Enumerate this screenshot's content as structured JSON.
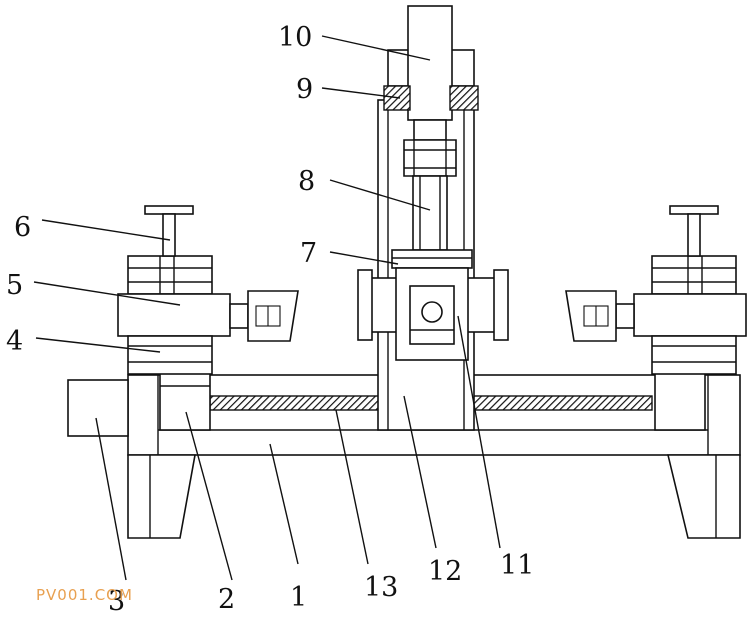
{
  "diagram": {
    "labels": {
      "l1": "1",
      "l2": "2",
      "l3": "3",
      "l4": "4",
      "l5": "5",
      "l6": "6",
      "l7": "7",
      "l8": "8",
      "l9": "9",
      "l10": "10",
      "l11": "11",
      "l12": "12",
      "l13": "13"
    },
    "watermark": "PV001.COM"
  },
  "colors": {
    "line": "#111111",
    "hatch": "#111111",
    "watermark": "#e8a050",
    "background": "#ffffff"
  }
}
